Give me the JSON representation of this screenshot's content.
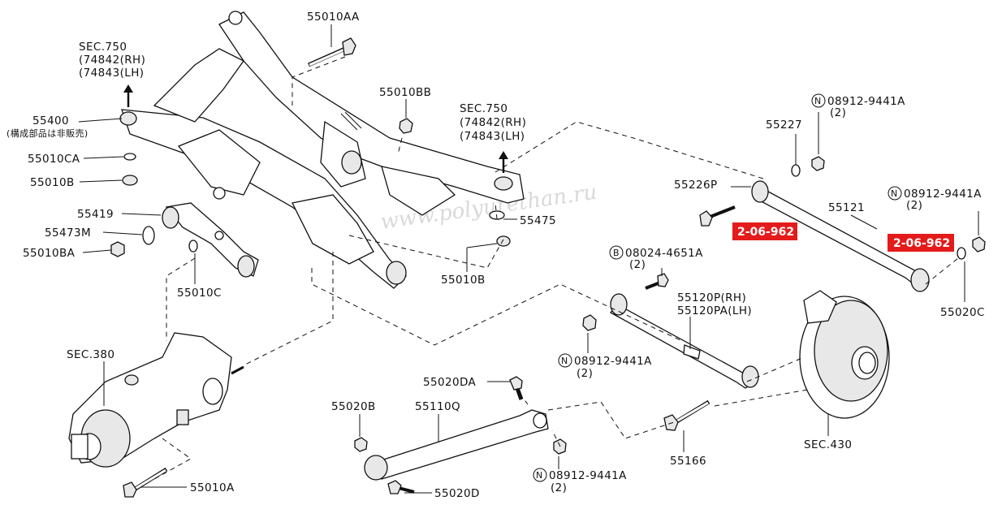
{
  "labels": {
    "sec750_left": "SEC.750",
    "rh_left": "(74842(RH)",
    "lh_left": "(74843(LH)",
    "p55400": "55400",
    "p55400_note": "(構成部品は非販売)",
    "p55010CA": "55010CA",
    "p55010B_left": "55010B",
    "p55419": "55419",
    "p55473M": "55473M",
    "p55010BA": "55010BA",
    "p55010C": "55010C",
    "p55010AA": "55010AA",
    "p55010BB": "55010BB",
    "sec750_right": "SEC.750",
    "rh_right": "(74842(RH)",
    "lh_right": "(74843(LH)",
    "p55475": "55475",
    "p55010B_mid": "55010B",
    "sec380": "SEC.380",
    "p55010A": "55010A",
    "p55020DA": "55020DA",
    "p55020B": "55020B",
    "p55110Q": "55110Q",
    "p55020D": "55020D",
    "nut_bottom": "08912-9441A",
    "nut_bottom_qty": "(2)",
    "p55166": "55166",
    "sec430": "SEC.430",
    "bolt_b": "08024-4651A",
    "bolt_b_qty": "(2)",
    "p55120P": "55120P(RH)",
    "p55120PA": "55120PA(LH)",
    "nut_mid": "08912-9441A",
    "nut_mid_qty": "(2)",
    "p55226P": "55226P",
    "p55227": "55227",
    "nut_top": "08912-9441A",
    "nut_top_qty": "(2)",
    "nut_right": "08912-9441A",
    "nut_right_qty": "(2)",
    "p55121": "55121",
    "p55020C": "55020C",
    "circle_n": "N",
    "circle_b": "B"
  },
  "badges": {
    "badge_left": "2-06-962",
    "badge_right": "2-06-962"
  },
  "watermark": "www.polyurethan.ru",
  "colors": {
    "badge": "#e41b1b",
    "line": "#111111",
    "watermark": "#d9d9d9"
  }
}
